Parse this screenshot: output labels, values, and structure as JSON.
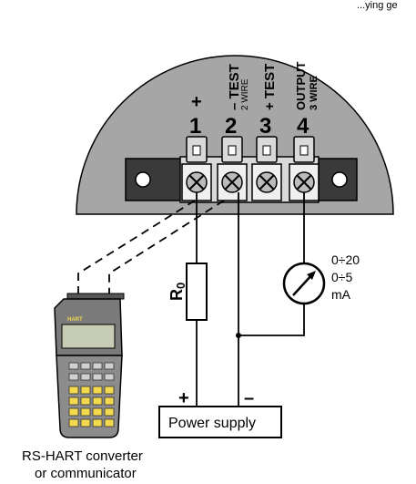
{
  "header_fragment": "...ying ge",
  "terminals": [
    {
      "number": "1",
      "label": "+",
      "sublabel": ""
    },
    {
      "number": "2",
      "label": "– TEST",
      "sublabel": "2 WIRE"
    },
    {
      "number": "3",
      "label": "+ TEST",
      "sublabel": ""
    },
    {
      "number": "4",
      "label": "OUTPUT",
      "sublabel": "3 WIRE"
    }
  ],
  "resistor_label": "R",
  "resistor_subscript": "0",
  "meter_ranges": [
    "0÷20",
    "0÷5",
    "mA"
  ],
  "power_supply": {
    "label": "Power supply",
    "plus": "+",
    "minus": "–"
  },
  "communicator": {
    "caption_line1": "RS-HART converter",
    "caption_line2": "or communicator",
    "device_brand": "HART"
  },
  "colors": {
    "housing": "#a6a6a6",
    "terminal_block": "#d9d9d9",
    "keypad_yellow": "#f2d94e",
    "device_body": "#8c8c8c",
    "screen": "#c7ccb5"
  }
}
